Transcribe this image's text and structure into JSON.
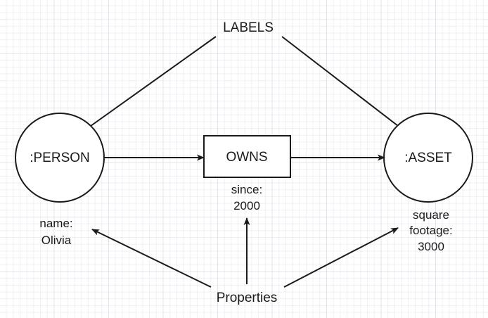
{
  "diagram": {
    "title_label": "LABELS",
    "properties_label": "Properties",
    "nodes": [
      {
        "id": "person",
        "label": ":PERSON",
        "shape": "circle"
      },
      {
        "id": "owns",
        "label": "OWNS",
        "shape": "rectangle"
      },
      {
        "id": "asset",
        "label": ":ASSET",
        "shape": "circle"
      }
    ],
    "properties": {
      "person": {
        "line1": "name:",
        "line2": "Olivia"
      },
      "relationship": {
        "line1": "since:",
        "line2": "2000"
      },
      "asset": {
        "line1": "square",
        "line2": "footage:",
        "line3": "3000"
      }
    },
    "colors": {
      "stroke": "#1a1a1a",
      "fill": "#ffffff",
      "grid_minor": "#e1e4eb",
      "grid_major": "#c8cdd7"
    }
  }
}
